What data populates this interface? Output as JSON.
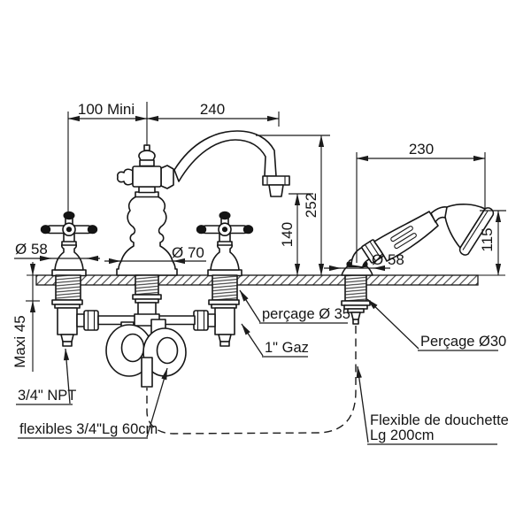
{
  "drawing": {
    "colors": {
      "line": "#161616",
      "background": "#ffffff"
    },
    "dimensions": {
      "spacing_min": "100 Mini",
      "spout_reach": "240",
      "spout_height": "252",
      "outlet_height": "140",
      "handshower_reach": "230",
      "handshower_head_height": "115",
      "left_handle_diameter": "Ø 58",
      "spout_base_diameter": "Ø 70",
      "handshower_base_diameter": "Ø 58",
      "deck_thickness_max": "Maxi 45"
    },
    "annotations": {
      "supply_thread": "3/4\" NPT",
      "supply_hoses": "flexibles 3/4\"Lg 60cm",
      "drill_hole_35": "perçage Ø 35",
      "body_thread": "1\" Gaz",
      "drill_hole_30": "Perçage Ø30",
      "handshower_hose_line1": "Flexible de douchette",
      "handshower_hose_line2": "Lg 200cm"
    }
  }
}
